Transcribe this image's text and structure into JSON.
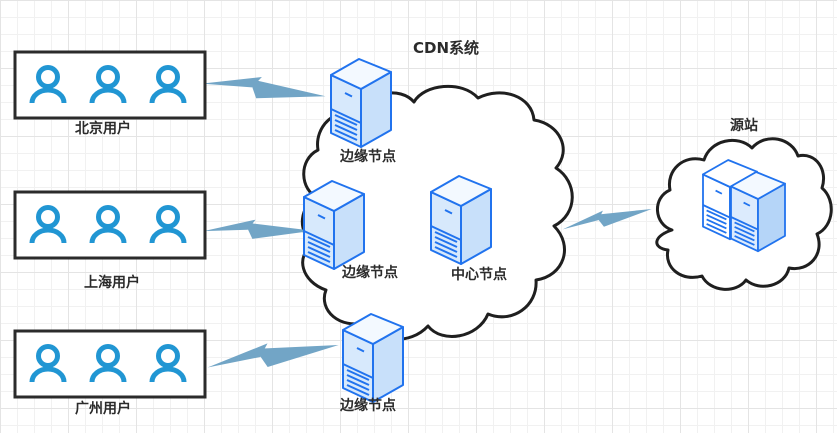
{
  "diagram": {
    "cdn_system_label": "CDN系统",
    "origin_label": "源站",
    "user_groups": [
      {
        "id": "beijing",
        "label": "北京用户",
        "user_icons": 3
      },
      {
        "id": "shanghai",
        "label": "上海用户",
        "user_icons": 3
      },
      {
        "id": "guangzhou",
        "label": "广州用户",
        "user_icons": 3
      }
    ],
    "edge_nodes": [
      {
        "label": "边缘节点"
      },
      {
        "label": "边缘节点"
      },
      {
        "label": "边缘节点"
      }
    ],
    "center_node": {
      "label": "中心节点"
    },
    "connections": [
      {
        "from": "北京用户",
        "to": "边缘节点",
        "type": "lightning"
      },
      {
        "from": "上海用户",
        "to": "边缘节点",
        "type": "lightning"
      },
      {
        "from": "广州用户",
        "to": "边缘节点",
        "type": "lightning"
      },
      {
        "from": "CDN系统",
        "to": "源站",
        "type": "lightning"
      }
    ],
    "colors": {
      "user_icon": "#2196d3",
      "server_stroke": "#2173ee",
      "server_fill_light": "#d7e9fc",
      "lightning": "#72a5c6",
      "cloud_outline": "#1f1f1f",
      "box_outline": "#2b2b2b"
    }
  }
}
